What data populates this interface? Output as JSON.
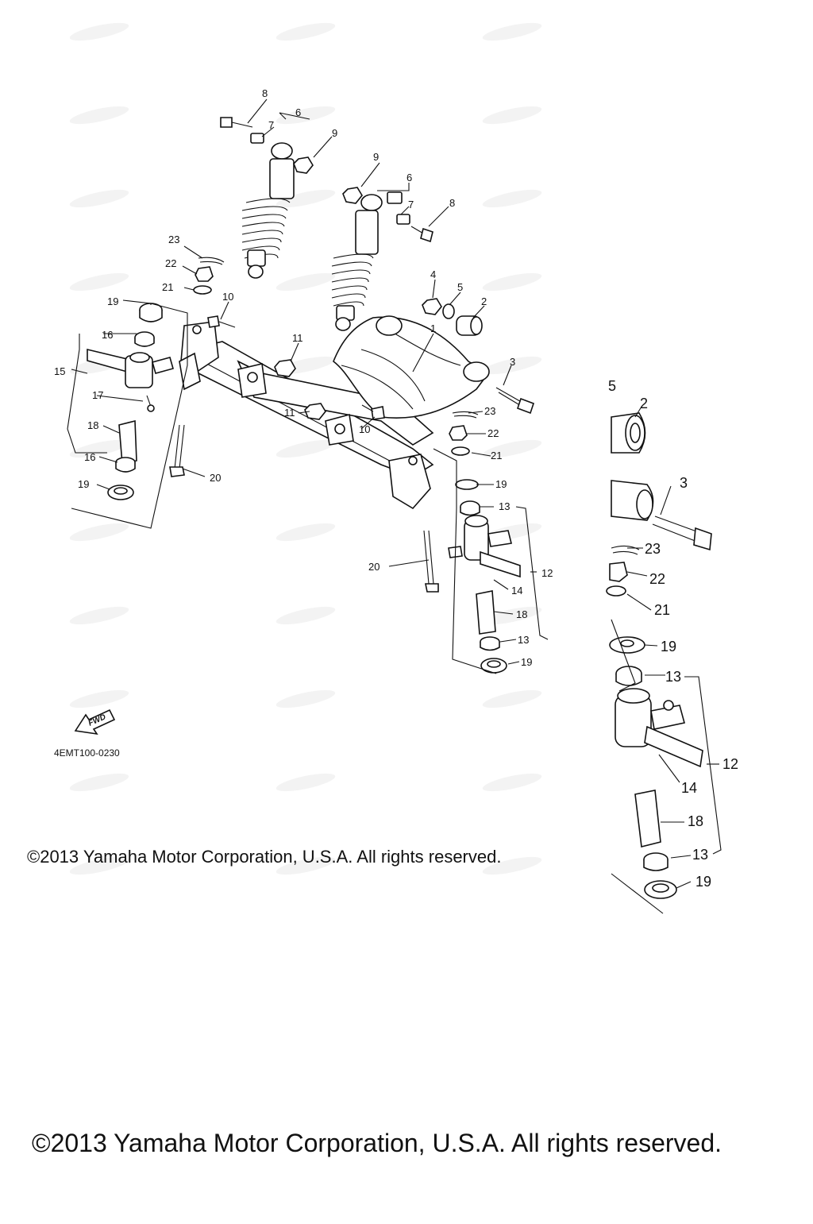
{
  "diagram": {
    "main_callouts": [
      "1",
      "2",
      "3",
      "4",
      "5",
      "6",
      "7",
      "8",
      "9",
      "10",
      "11",
      "12",
      "13",
      "14",
      "15",
      "16",
      "17",
      "18",
      "19",
      "20",
      "21",
      "22",
      "23"
    ],
    "diagram_code": "4EMT100-0230",
    "fwd_label": "FWD",
    "copyright_inline": "©2013 Yamaha Motor Corporation, U.S.A. All rights reserved.",
    "copyright_footer": "©2013 Yamaha Motor Corporation, U.S.A. All rights reserved.",
    "detail_callouts": [
      "5",
      "2",
      "3",
      "23",
      "22",
      "21",
      "19",
      "13",
      "12",
      "14",
      "18",
      "13",
      "19"
    ]
  }
}
